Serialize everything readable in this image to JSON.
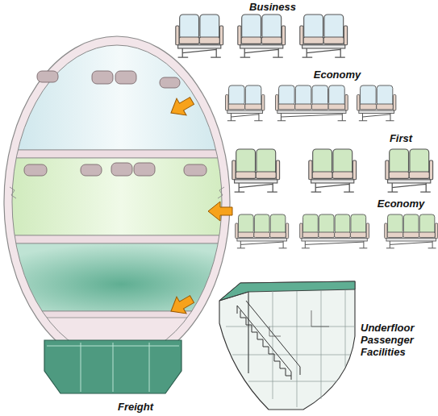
{
  "diagram": {
    "nodes": [
      {
        "text": [
          "Underfloor Passenger Facilities"
        ]
      },
      {
        "text": [
          "Freight"
        ]
      }
    ],
    "labels": [
      "Business",
      "Economy",
      "First",
      "Economy"
    ]
  }
}
